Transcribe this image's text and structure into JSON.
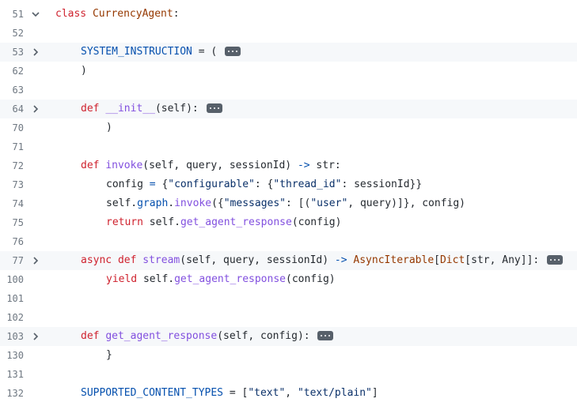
{
  "lines": [
    {
      "num": "51",
      "fold": "open",
      "indent": 0,
      "hl": false,
      "tokens": [
        {
          "t": "class ",
          "c": "kw"
        },
        {
          "t": "CurrencyAgent",
          "c": "cls"
        },
        {
          "t": ":",
          "c": "plain"
        }
      ]
    },
    {
      "num": "52",
      "fold": "",
      "indent": 0,
      "hl": false,
      "tokens": []
    },
    {
      "num": "53",
      "fold": "closed",
      "indent": 1,
      "hl": true,
      "tokens": [
        {
          "t": "SYSTEM_INSTRUCTION",
          "c": "const"
        },
        {
          "t": " = ( ",
          "c": "plain"
        },
        {
          "t": "",
          "c": "ellipsis"
        }
      ]
    },
    {
      "num": "62",
      "fold": "",
      "indent": 1,
      "hl": false,
      "tokens": [
        {
          "t": ")",
          "c": "plain"
        }
      ]
    },
    {
      "num": "63",
      "fold": "",
      "indent": 0,
      "hl": false,
      "tokens": []
    },
    {
      "num": "64",
      "fold": "closed",
      "indent": 1,
      "hl": true,
      "tokens": [
        {
          "t": "def ",
          "c": "kw"
        },
        {
          "t": "__init__",
          "c": "fn"
        },
        {
          "t": "(self): ",
          "c": "plain"
        },
        {
          "t": "",
          "c": "ellipsis"
        }
      ]
    },
    {
      "num": "70",
      "fold": "",
      "indent": 2,
      "hl": false,
      "tokens": [
        {
          "t": ")",
          "c": "plain"
        }
      ]
    },
    {
      "num": "71",
      "fold": "",
      "indent": 0,
      "hl": false,
      "tokens": []
    },
    {
      "num": "72",
      "fold": "",
      "indent": 1,
      "hl": false,
      "tokens": [
        {
          "t": "def ",
          "c": "kw"
        },
        {
          "t": "invoke",
          "c": "fn"
        },
        {
          "t": "(self, query, sessionId) ",
          "c": "plain"
        },
        {
          "t": "->",
          "c": "const"
        },
        {
          "t": " str:",
          "c": "plain"
        }
      ]
    },
    {
      "num": "73",
      "fold": "",
      "indent": 2,
      "hl": false,
      "tokens": [
        {
          "t": "config ",
          "c": "plain"
        },
        {
          "t": "=",
          "c": "const"
        },
        {
          "t": " {",
          "c": "plain"
        },
        {
          "t": "\"configurable\"",
          "c": "str"
        },
        {
          "t": ": {",
          "c": "plain"
        },
        {
          "t": "\"thread_id\"",
          "c": "str"
        },
        {
          "t": ": sessionId}}",
          "c": "plain"
        }
      ]
    },
    {
      "num": "74",
      "fold": "",
      "indent": 2,
      "hl": false,
      "tokens": [
        {
          "t": "self.",
          "c": "plain"
        },
        {
          "t": "graph",
          "c": "const"
        },
        {
          "t": ".",
          "c": "plain"
        },
        {
          "t": "invoke",
          "c": "fn"
        },
        {
          "t": "({",
          "c": "plain"
        },
        {
          "t": "\"messages\"",
          "c": "str"
        },
        {
          "t": ": [(",
          "c": "plain"
        },
        {
          "t": "\"user\"",
          "c": "str"
        },
        {
          "t": ", query)]}, config)",
          "c": "plain"
        }
      ]
    },
    {
      "num": "75",
      "fold": "",
      "indent": 2,
      "hl": false,
      "tokens": [
        {
          "t": "return ",
          "c": "kw"
        },
        {
          "t": "self.",
          "c": "plain"
        },
        {
          "t": "get_agent_response",
          "c": "fn"
        },
        {
          "t": "(config)",
          "c": "plain"
        }
      ]
    },
    {
      "num": "76",
      "fold": "",
      "indent": 0,
      "hl": false,
      "tokens": []
    },
    {
      "num": "77",
      "fold": "closed",
      "indent": 1,
      "hl": true,
      "tokens": [
        {
          "t": "async def ",
          "c": "kw"
        },
        {
          "t": "stream",
          "c": "fn"
        },
        {
          "t": "(self, query, sessionId) ",
          "c": "plain"
        },
        {
          "t": "->",
          "c": "const"
        },
        {
          "t": " ",
          "c": "plain"
        },
        {
          "t": "AsyncIterable",
          "c": "cls"
        },
        {
          "t": "[",
          "c": "plain"
        },
        {
          "t": "Dict",
          "c": "cls"
        },
        {
          "t": "[str, Any]]: ",
          "c": "plain"
        },
        {
          "t": "",
          "c": "ellipsis"
        }
      ]
    },
    {
      "num": "100",
      "fold": "",
      "indent": 2,
      "hl": false,
      "tokens": [
        {
          "t": "yield ",
          "c": "kw"
        },
        {
          "t": "self.",
          "c": "plain"
        },
        {
          "t": "get_agent_response",
          "c": "fn"
        },
        {
          "t": "(config)",
          "c": "plain"
        }
      ]
    },
    {
      "num": "101",
      "fold": "",
      "indent": 0,
      "hl": false,
      "tokens": []
    },
    {
      "num": "102",
      "fold": "",
      "indent": 0,
      "hl": false,
      "tokens": []
    },
    {
      "num": "103",
      "fold": "closed",
      "indent": 1,
      "hl": true,
      "tokens": [
        {
          "t": "def ",
          "c": "kw"
        },
        {
          "t": "get_agent_response",
          "c": "fn"
        },
        {
          "t": "(self, config): ",
          "c": "plain"
        },
        {
          "t": "",
          "c": "ellipsis"
        }
      ]
    },
    {
      "num": "130",
      "fold": "",
      "indent": 2,
      "hl": false,
      "tokens": [
        {
          "t": "}",
          "c": "plain"
        }
      ]
    },
    {
      "num": "131",
      "fold": "",
      "indent": 0,
      "hl": false,
      "tokens": []
    },
    {
      "num": "132",
      "fold": "",
      "indent": 1,
      "hl": false,
      "tokens": [
        {
          "t": "SUPPORTED_CONTENT_TYPES",
          "c": "const"
        },
        {
          "t": " = [",
          "c": "plain"
        },
        {
          "t": "\"text\"",
          "c": "str"
        },
        {
          "t": ", ",
          "c": "plain"
        },
        {
          "t": "\"text/plain\"",
          "c": "str"
        },
        {
          "t": "]",
          "c": "plain"
        }
      ]
    }
  ],
  "icons": {
    "fold_open": "chevron-down-icon",
    "fold_closed": "chevron-right-icon",
    "collapsed": "ellipsis-icon"
  },
  "colors": {
    "keyword": "#cf222e",
    "class": "#953800",
    "function": "#8250df",
    "constant": "#0550ae",
    "string": "#0a3069",
    "line_number": "#6e7781",
    "fold_highlight": "#f6f8fa"
  }
}
